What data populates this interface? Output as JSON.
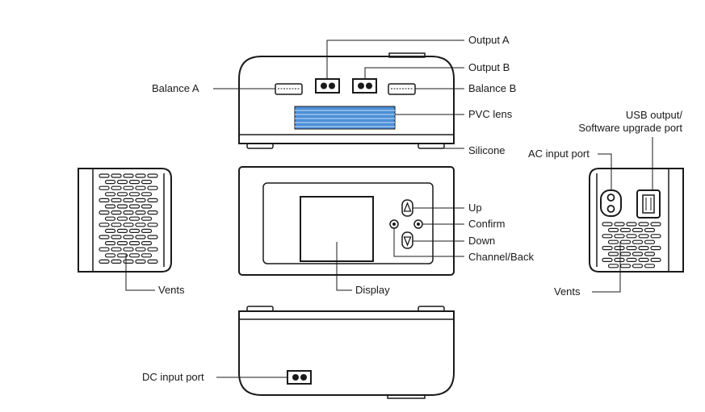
{
  "labels": {
    "output_a": "Output  A",
    "output_b": "Output  B",
    "balance_a": "Balance A",
    "balance_b": "Balance B",
    "pvc_lens": "PVC lens",
    "silicone": "Silicone",
    "usb_line1": "USB output/",
    "usb_line2": "Software upgrade port",
    "ac_input": "AC input port",
    "up": "Up",
    "confirm": "Confirm",
    "down": "Down",
    "channel_back": "Channel/Back",
    "vents_left": "Vents",
    "display": "Display",
    "vents_right": "Vents",
    "dc_input": "DC input port"
  },
  "colors": {
    "line": "#1a1a1a",
    "lens_blue": "#4d8fd6",
    "lens_light": "#9cc6f0"
  }
}
